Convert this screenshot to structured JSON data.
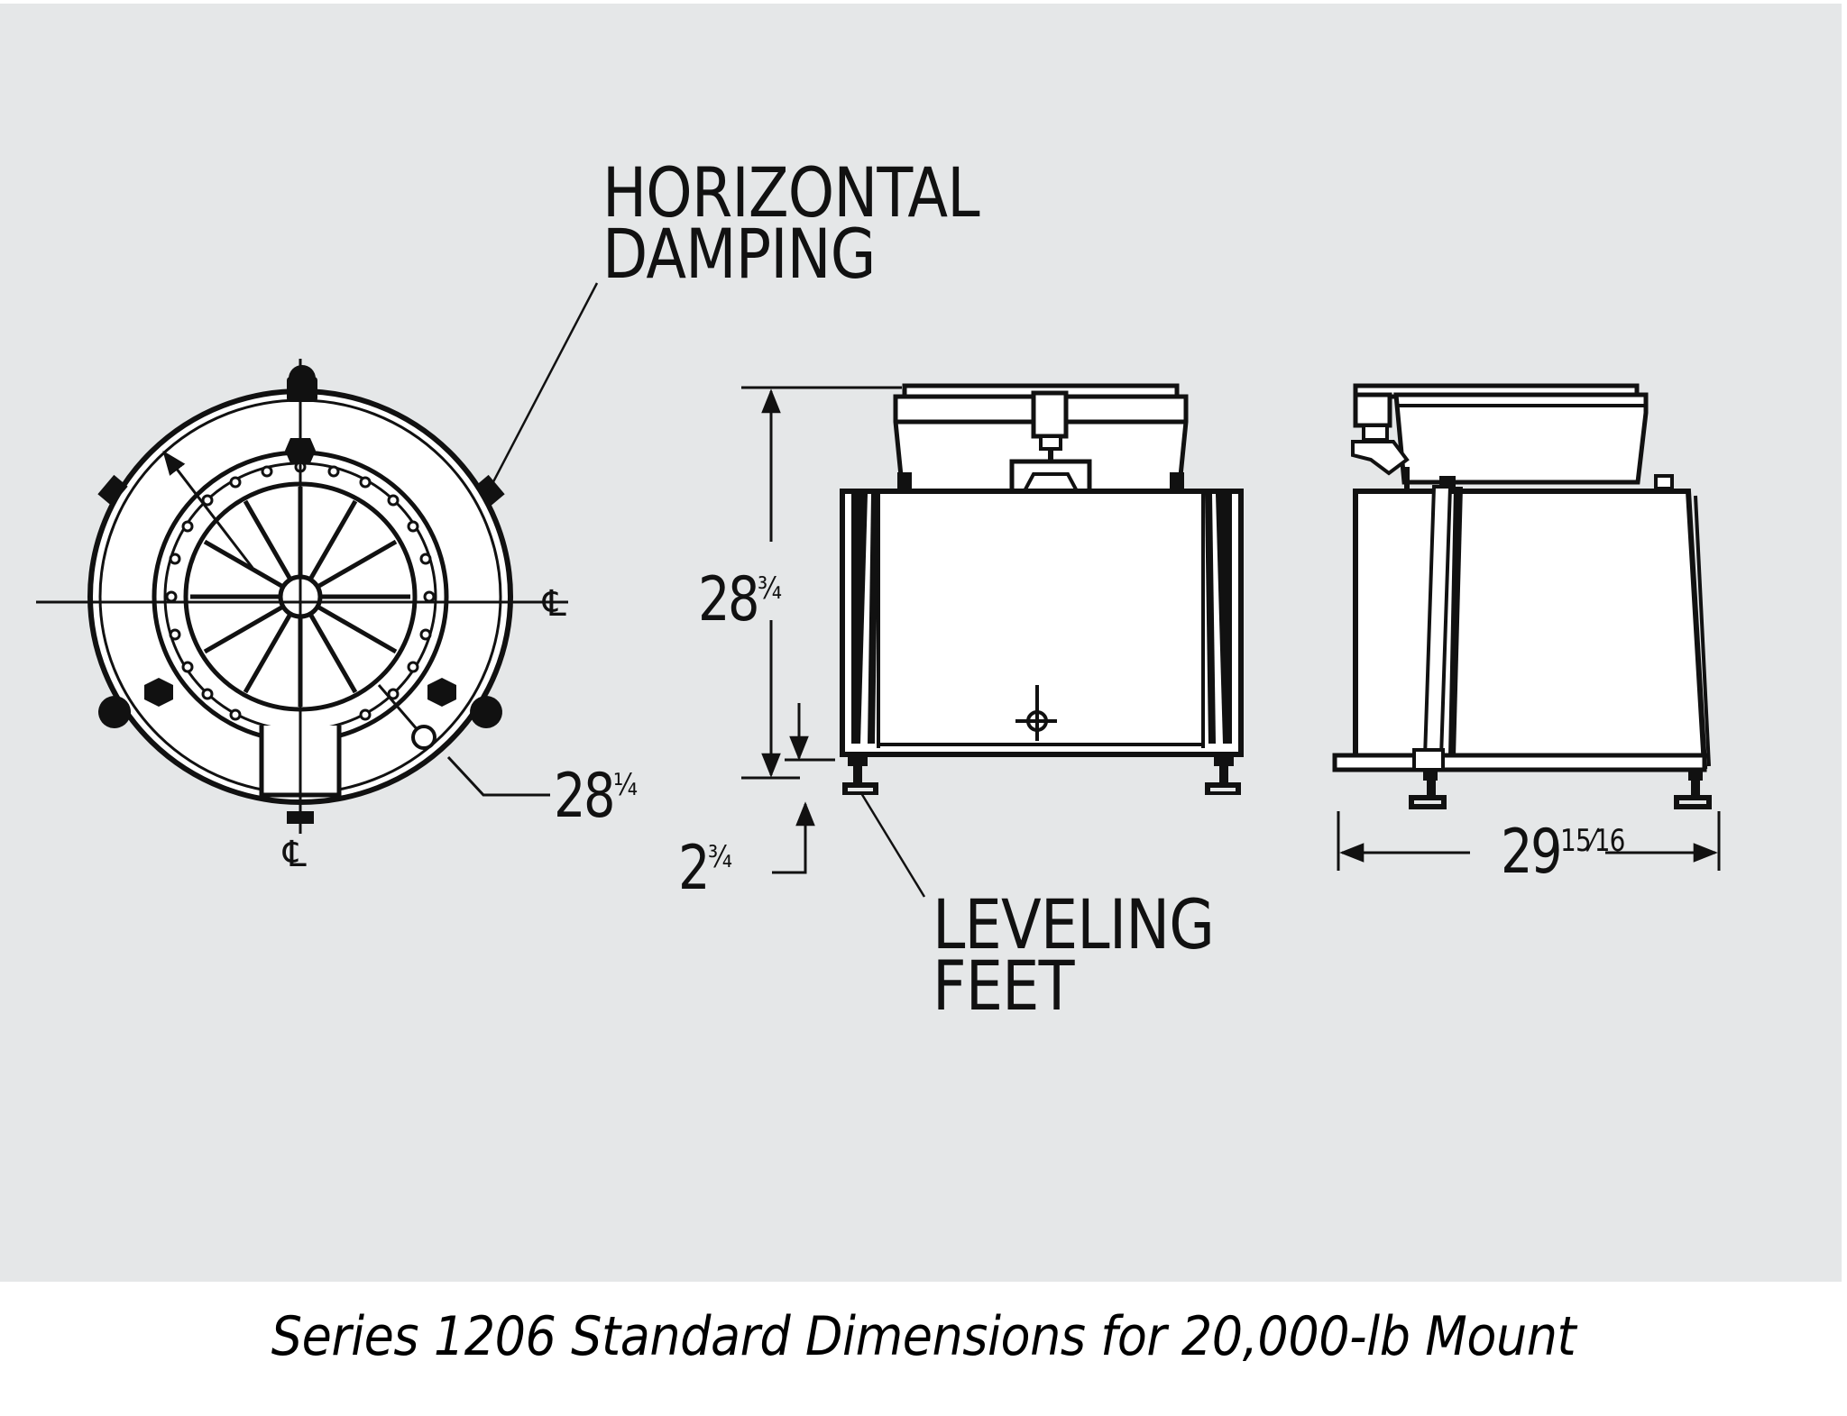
{
  "figure": {
    "caption": "Series 1206 Standard Dimensions for 20,000-lb Mount",
    "background_color": "#e5e7e8",
    "line_color": "#111111"
  },
  "labels": {
    "horizontal_damping": [
      "HORIZONTAL",
      "DAMPING"
    ],
    "leveling_feet": [
      "LEVELING",
      "FEET"
    ],
    "centerline_symbol": "℄"
  },
  "dimensions": {
    "diameter": {
      "whole": "28",
      "fraction": "1/4",
      "display_fraction": "¼",
      "view": "top"
    },
    "height": {
      "whole": "28",
      "fraction": "3/4",
      "display_fraction": "¾",
      "view": "front"
    },
    "foot_height": {
      "whole": "2",
      "fraction": "3/4",
      "display_fraction": "¾",
      "view": "front"
    },
    "width": {
      "whole": "29",
      "fraction": "15/16",
      "display_fraction": "15⁄16",
      "view": "side"
    }
  },
  "views": [
    {
      "name": "top-view",
      "description": "Circular plan view with centerlines"
    },
    {
      "name": "front-view",
      "description": "Front elevation with leveling feet"
    },
    {
      "name": "side-view",
      "description": "Side elevation"
    }
  ]
}
